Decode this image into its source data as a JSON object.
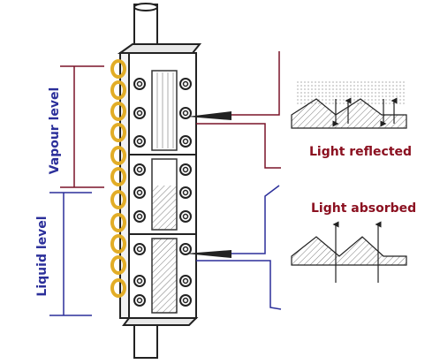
{
  "labels": {
    "vapour_level": "Vapour level",
    "liquid_level": "Liquid level",
    "light_reflected": "Light reflected",
    "light_absorbed": "Light absorbed"
  },
  "colors": {
    "vapour_line": "#7a1428",
    "liquid_line": "#2b2f9a",
    "vapour_text": "#2b2f9a",
    "liquid_text": "#2b2f9a",
    "reflected_text": "#8b1020",
    "absorbed_text": "#8b1020",
    "bolt_ring": "#e2ad27",
    "outline": "#222222"
  }
}
